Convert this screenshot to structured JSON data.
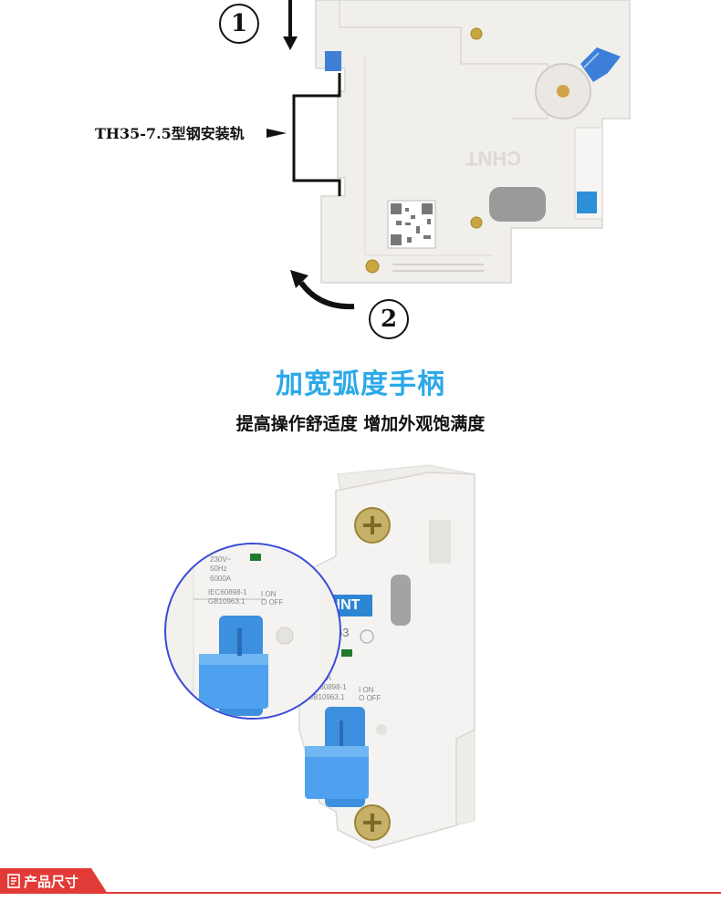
{
  "install": {
    "step1": "1",
    "step2": "2",
    "rail_label": "TH35-7.5型钢安装轨",
    "brand_mark": "CHNT"
  },
  "feature": {
    "headline": "加宽弧度手柄",
    "subline": "提高操作舒适度 增加外观饱满度"
  },
  "breaker": {
    "brand": "CHNT",
    "model": "B-63",
    "rating_left": "230V~",
    "freq": "50Hz",
    "breaking": "6000A",
    "std1": "IEC60898-1",
    "std2": "GB10963.1",
    "on_label": "I ON",
    "off_label": "O OFF"
  },
  "section": {
    "title": "产品尺寸",
    "icon": "document-icon"
  },
  "colors": {
    "accent_blue": "#2ba9e8",
    "section_red": "#e23b37",
    "handle_blue": "#3d8fe0"
  }
}
